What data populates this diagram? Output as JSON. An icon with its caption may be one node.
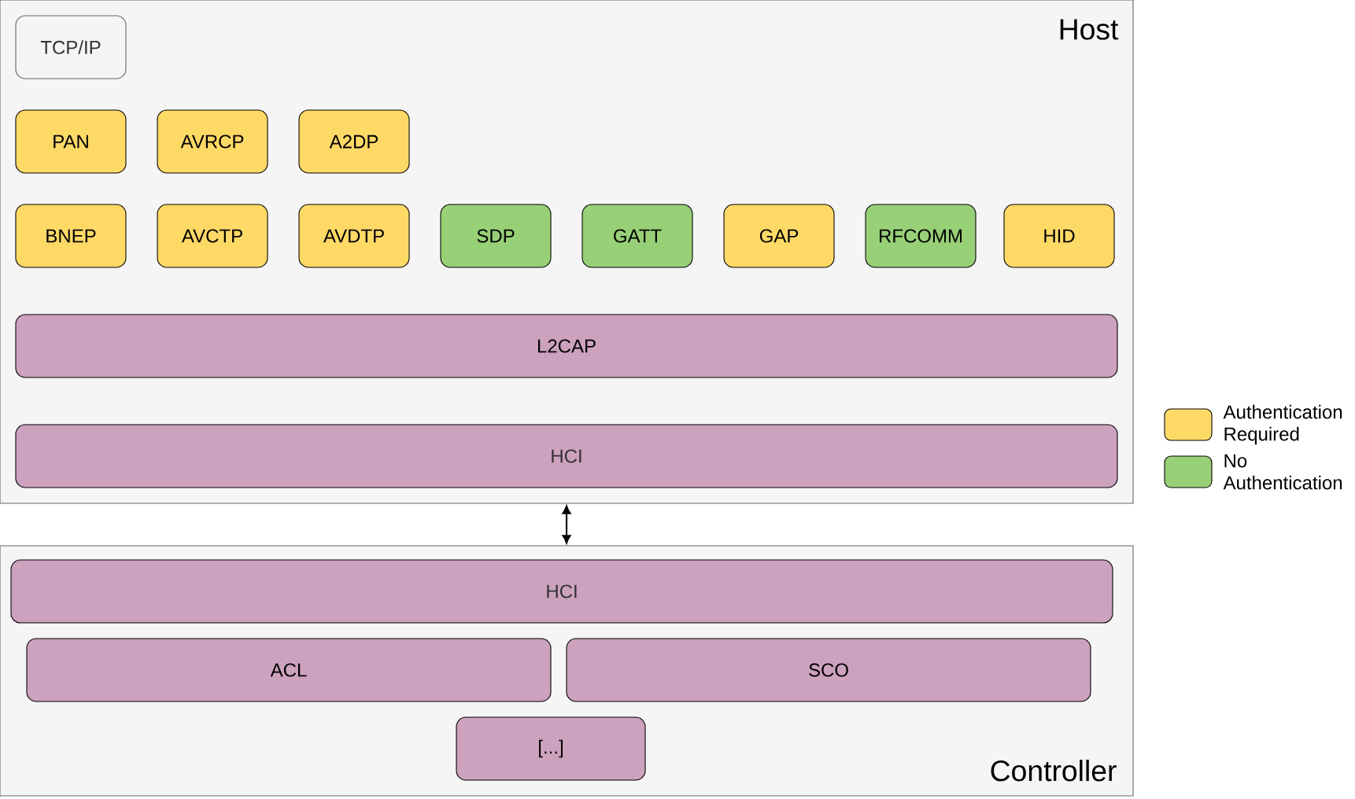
{
  "diagram": {
    "nodes": [
      {
        "text": [
          "Host"
        ]
      },
      {
        "text": [
          "TCP/IP"
        ],
        "in": 0
      },
      {
        "text": [
          "PAN"
        ],
        "in": 0
      },
      {
        "text": [
          "AVRCP"
        ],
        "in": 0
      },
      {
        "text": [
          "A2DP"
        ],
        "in": 0
      },
      {
        "text": [
          "BNEP"
        ],
        "in": 0
      },
      {
        "text": [
          "AVCTP"
        ],
        "in": 0
      },
      {
        "text": [
          "AVDTP"
        ],
        "in": 0
      },
      {
        "text": [
          "SDP"
        ],
        "in": 0
      },
      {
        "text": [
          "GATT"
        ],
        "in": 0
      },
      {
        "text": [
          "GAP"
        ],
        "in": 0
      },
      {
        "text": [
          "RFCOMM"
        ],
        "in": 0
      },
      {
        "text": [
          "HID"
        ],
        "in": 0
      },
      {
        "text": [
          "L2CAP"
        ],
        "in": 0
      },
      {
        "text": [
          "HCI"
        ],
        "in": 0
      },
      {
        "text": [
          "Controller"
        ]
      },
      {
        "text": [
          "HCI"
        ],
        "in": 15
      },
      {
        "text": [
          "ACL"
        ],
        "in": 15
      },
      {
        "text": [
          "SCO"
        ],
        "in": 15
      },
      {
        "text": [
          "[...]"
        ],
        "in": 15
      }
    ],
    "edges": [
      {
        "from": 0,
        "to": 15,
        "arrow": "both"
      }
    ],
    "legend": [
      {
        "text": "Authentication Required",
        "color": "#ffd966"
      },
      {
        "text": "No Authentication",
        "color": "#97d077"
      }
    ]
  }
}
